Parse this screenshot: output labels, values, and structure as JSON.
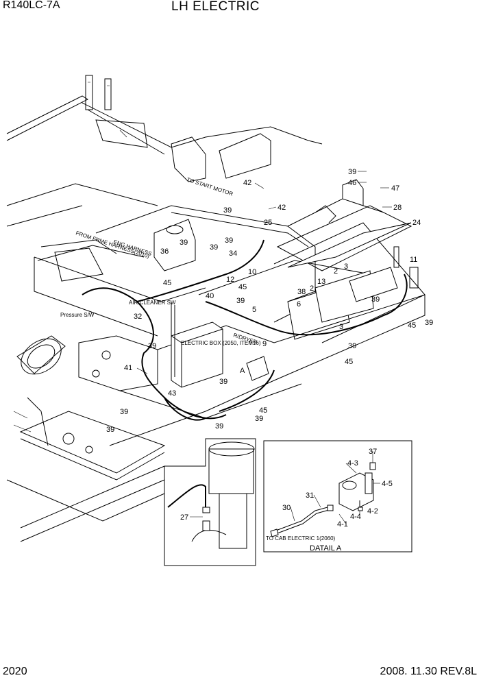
{
  "header": {
    "model": "R140LC-7A",
    "title": "LH ELECTRIC"
  },
  "footer": {
    "page_number": "2020",
    "revision": "2008. 11.30  REV.8L"
  },
  "annotations": {
    "to_start_motor": "TO START MOTOR",
    "from_frame_harness": "FROM FRME HARNESS(2010)",
    "eng_harness": "ENG HARNESS",
    "air_cleaner_sw": "AIR CLEANER SW",
    "pressure_sw": "Pressure S/W",
    "electric_box": "ELECTRIC BOX (2050, ITEM16)",
    "r_dryer": "R/DRYER",
    "detail_ref": "A",
    "to_cab_electric": "TO CAB ELECTRIC 1(2060)",
    "detail_caption": "DATAIL A"
  },
  "callouts": {
    "c39a": "39",
    "c46": "46",
    "c47": "47",
    "c28": "28",
    "c24": "24",
    "c42a": "42",
    "c42b": "42",
    "c39b": "39",
    "c25": "25",
    "c39c": "39",
    "c39d": "39",
    "c39e": "39",
    "c36": "36",
    "c34": "34",
    "c45a": "45",
    "c12": "12",
    "c45b": "45",
    "c10": "10",
    "c40": "40",
    "c39f": "39",
    "c38": "38",
    "c6": "6",
    "c5": "5",
    "c13": "13",
    "c2a": "2",
    "c2b": "2",
    "c3a": "3",
    "c3b": "3",
    "c11": "11",
    "c39g": "39",
    "c39h": "39",
    "c45c": "45",
    "c32": "32",
    "c9": "9",
    "c39i": "39",
    "c45d": "45",
    "c39j": "39",
    "c41": "41",
    "c39k": "39",
    "c43": "43",
    "c39l": "39",
    "c45e": "45",
    "c39m": "39",
    "c39n": "39",
    "c39o": "39",
    "c27": "27",
    "c37": "37",
    "c4_3": "4-3",
    "c4_5": "4-5",
    "c31": "31",
    "c30": "30",
    "c4_4": "4-4",
    "c4_2": "4-2",
    "c4_1": "4-1"
  }
}
